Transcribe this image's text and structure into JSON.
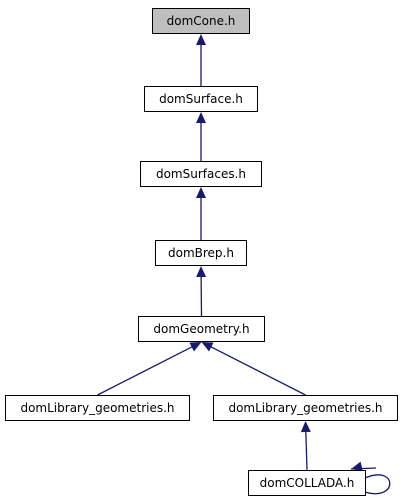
{
  "diagram": {
    "colors": {
      "edge": "#191970",
      "node_border": "#000000",
      "node_fill": "#ffffff",
      "current_fill": "#bfbfbf"
    },
    "nodes": [
      {
        "id": "n0",
        "label": "domCone.h",
        "current": true
      },
      {
        "id": "n1",
        "label": "domSurface.h",
        "current": false
      },
      {
        "id": "n2",
        "label": "domSurfaces.h",
        "current": false
      },
      {
        "id": "n3",
        "label": "domBrep.h",
        "current": false
      },
      {
        "id": "n4",
        "label": "domGeometry.h",
        "current": false
      },
      {
        "id": "n5",
        "label": "domLibrary_geometries.h",
        "current": false
      },
      {
        "id": "n6",
        "label": "domLibrary_geometries.h",
        "current": false
      },
      {
        "id": "n7",
        "label": "domCOLLADA.h",
        "current": false
      }
    ],
    "edges": [
      {
        "from": "n1",
        "to": "n0"
      },
      {
        "from": "n2",
        "to": "n1"
      },
      {
        "from": "n3",
        "to": "n2"
      },
      {
        "from": "n4",
        "to": "n3"
      },
      {
        "from": "n5",
        "to": "n4"
      },
      {
        "from": "n6",
        "to": "n4"
      },
      {
        "from": "n7",
        "to": "n6"
      },
      {
        "from": "n7",
        "to": "n7"
      }
    ]
  }
}
